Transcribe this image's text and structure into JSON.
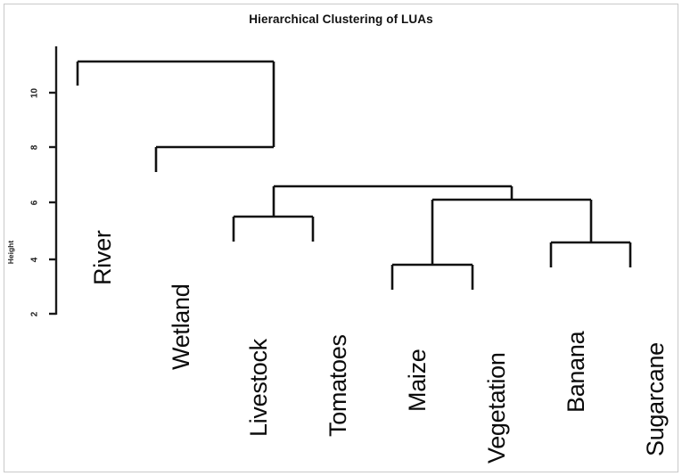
{
  "title": "Hierarchical Clustering of LUAs",
  "axis": {
    "label": "Height",
    "ticks": [
      "2",
      "4",
      "6",
      "8",
      "10"
    ]
  },
  "leaves": [
    "River",
    "Wetland",
    "Livestock",
    "Tomatoes",
    "Maize",
    "Vegetation",
    "Banana",
    "Sugarcane"
  ],
  "chart_data": {
    "type": "line",
    "title": "Hierarchical Clustering of LUAs",
    "xlabel": "",
    "ylabel": "Height",
    "ylim": [
      2,
      11.2
    ],
    "grid": false,
    "legend": "none",
    "subtype": "dendrogram",
    "orientation": "vertical",
    "leaf_labels": [
      "River",
      "Wetland",
      "Livestock",
      "Tomatoes",
      "Maize",
      "Vegetation",
      "Banana",
      "Sugarcane"
    ],
    "leaf_order": [
      1,
      2,
      3,
      4,
      5,
      6,
      7,
      8
    ],
    "tick_values": [
      2,
      4,
      6,
      8,
      10
    ],
    "merges": [
      {
        "id": "m1",
        "left": "Livestock",
        "right": "Tomatoes",
        "height": 4.9
      },
      {
        "id": "m2",
        "left": "Banana",
        "right": "Sugarcane",
        "height": 4.5
      },
      {
        "id": "m3",
        "left": "Maize",
        "right": "Vegetation",
        "height": 3.7
      },
      {
        "id": "m4",
        "left": "m3",
        "right": "m2",
        "height": 6.2
      },
      {
        "id": "m5",
        "left": "m1",
        "right": "m4",
        "height": 6.7
      },
      {
        "id": "m6",
        "left": "Wetland",
        "right": "m5",
        "height": 8.0
      },
      {
        "id": "m7",
        "left": "River",
        "right": "m6",
        "height": 11.2
      }
    ],
    "clusters": [
      [
        "River"
      ],
      [
        "Wetland"
      ],
      [
        "Livestock",
        "Tomatoes"
      ],
      [
        "Maize",
        "Vegetation",
        "Banana",
        "Sugarcane"
      ]
    ]
  }
}
